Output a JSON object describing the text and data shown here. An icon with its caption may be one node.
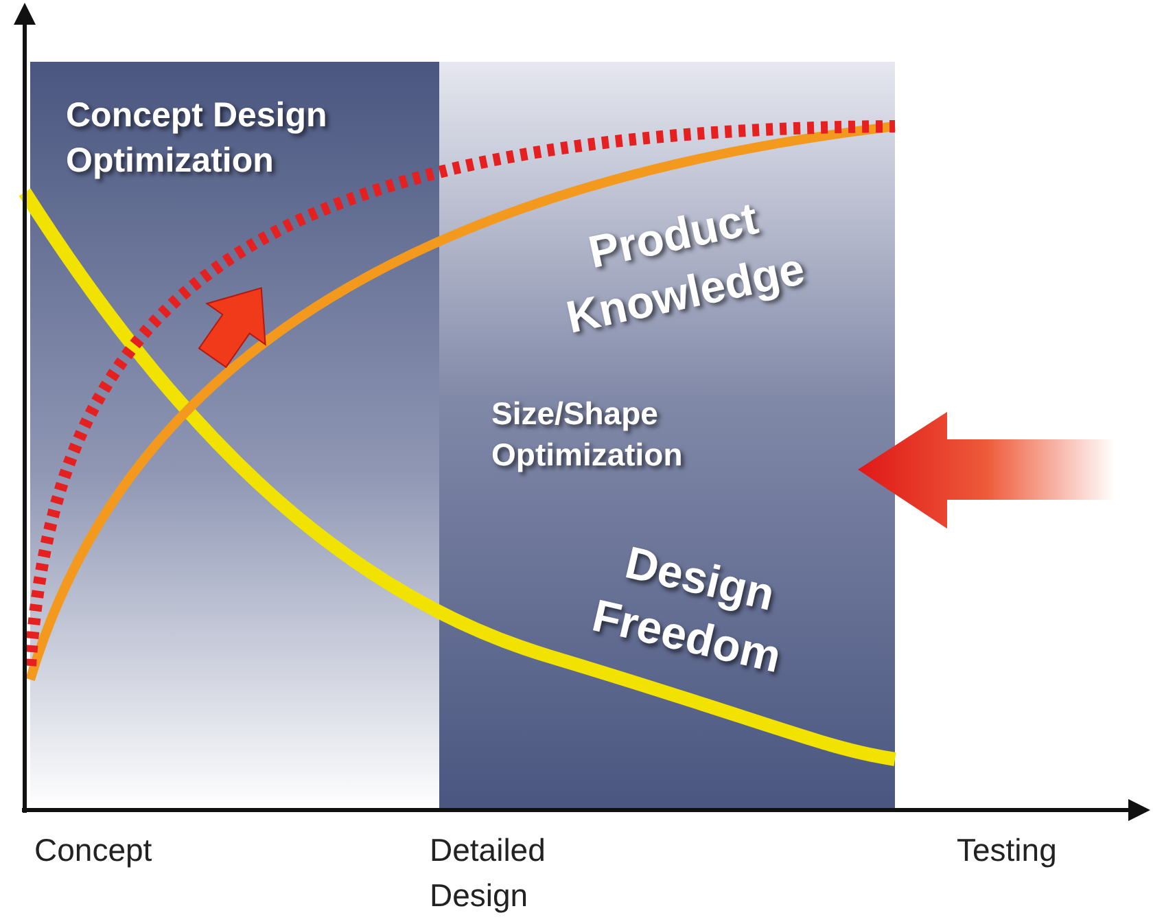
{
  "diagram": {
    "labels": [
      "Concept Design Optimization",
      "Product Knowledge",
      "Size/Shape Optimization",
      "Design Freedom",
      "Concept",
      "Detailed Design",
      "Testing"
    ]
  }
}
